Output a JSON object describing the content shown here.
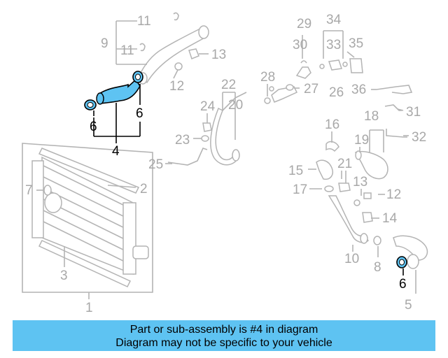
{
  "callouts": {
    "c1": "1",
    "c2": "2",
    "c3": "3",
    "c4": "4",
    "c5": "5",
    "c6a": "6",
    "c6b": "6",
    "c6c": "6",
    "c7": "7",
    "c8": "8",
    "c9": "9",
    "c10": "10",
    "c11a": "11",
    "c11b": "11",
    "c12a": "12",
    "c12b": "12",
    "c13a": "13",
    "c13b": "13",
    "c14": "14",
    "c15": "15",
    "c16": "16",
    "c17": "17",
    "c18": "18",
    "c19": "19",
    "c20": "20",
    "c21": "21",
    "c22": "22",
    "c23": "23",
    "c24": "24",
    "c25": "25",
    "c26": "26",
    "c27": "27",
    "c28": "28",
    "c29": "29",
    "c30": "30",
    "c31": "31",
    "c32": "32",
    "c33": "33",
    "c34": "34",
    "c35": "35",
    "c36": "36"
  },
  "banner": {
    "line1": "Part or sub-assembly is #4 in diagram",
    "line2": "Diagram may not be specific to your vehicle"
  },
  "colors": {
    "highlight": "#5ec3f2",
    "banner": "#5ec3f2",
    "parts": "#b4b4b4"
  }
}
